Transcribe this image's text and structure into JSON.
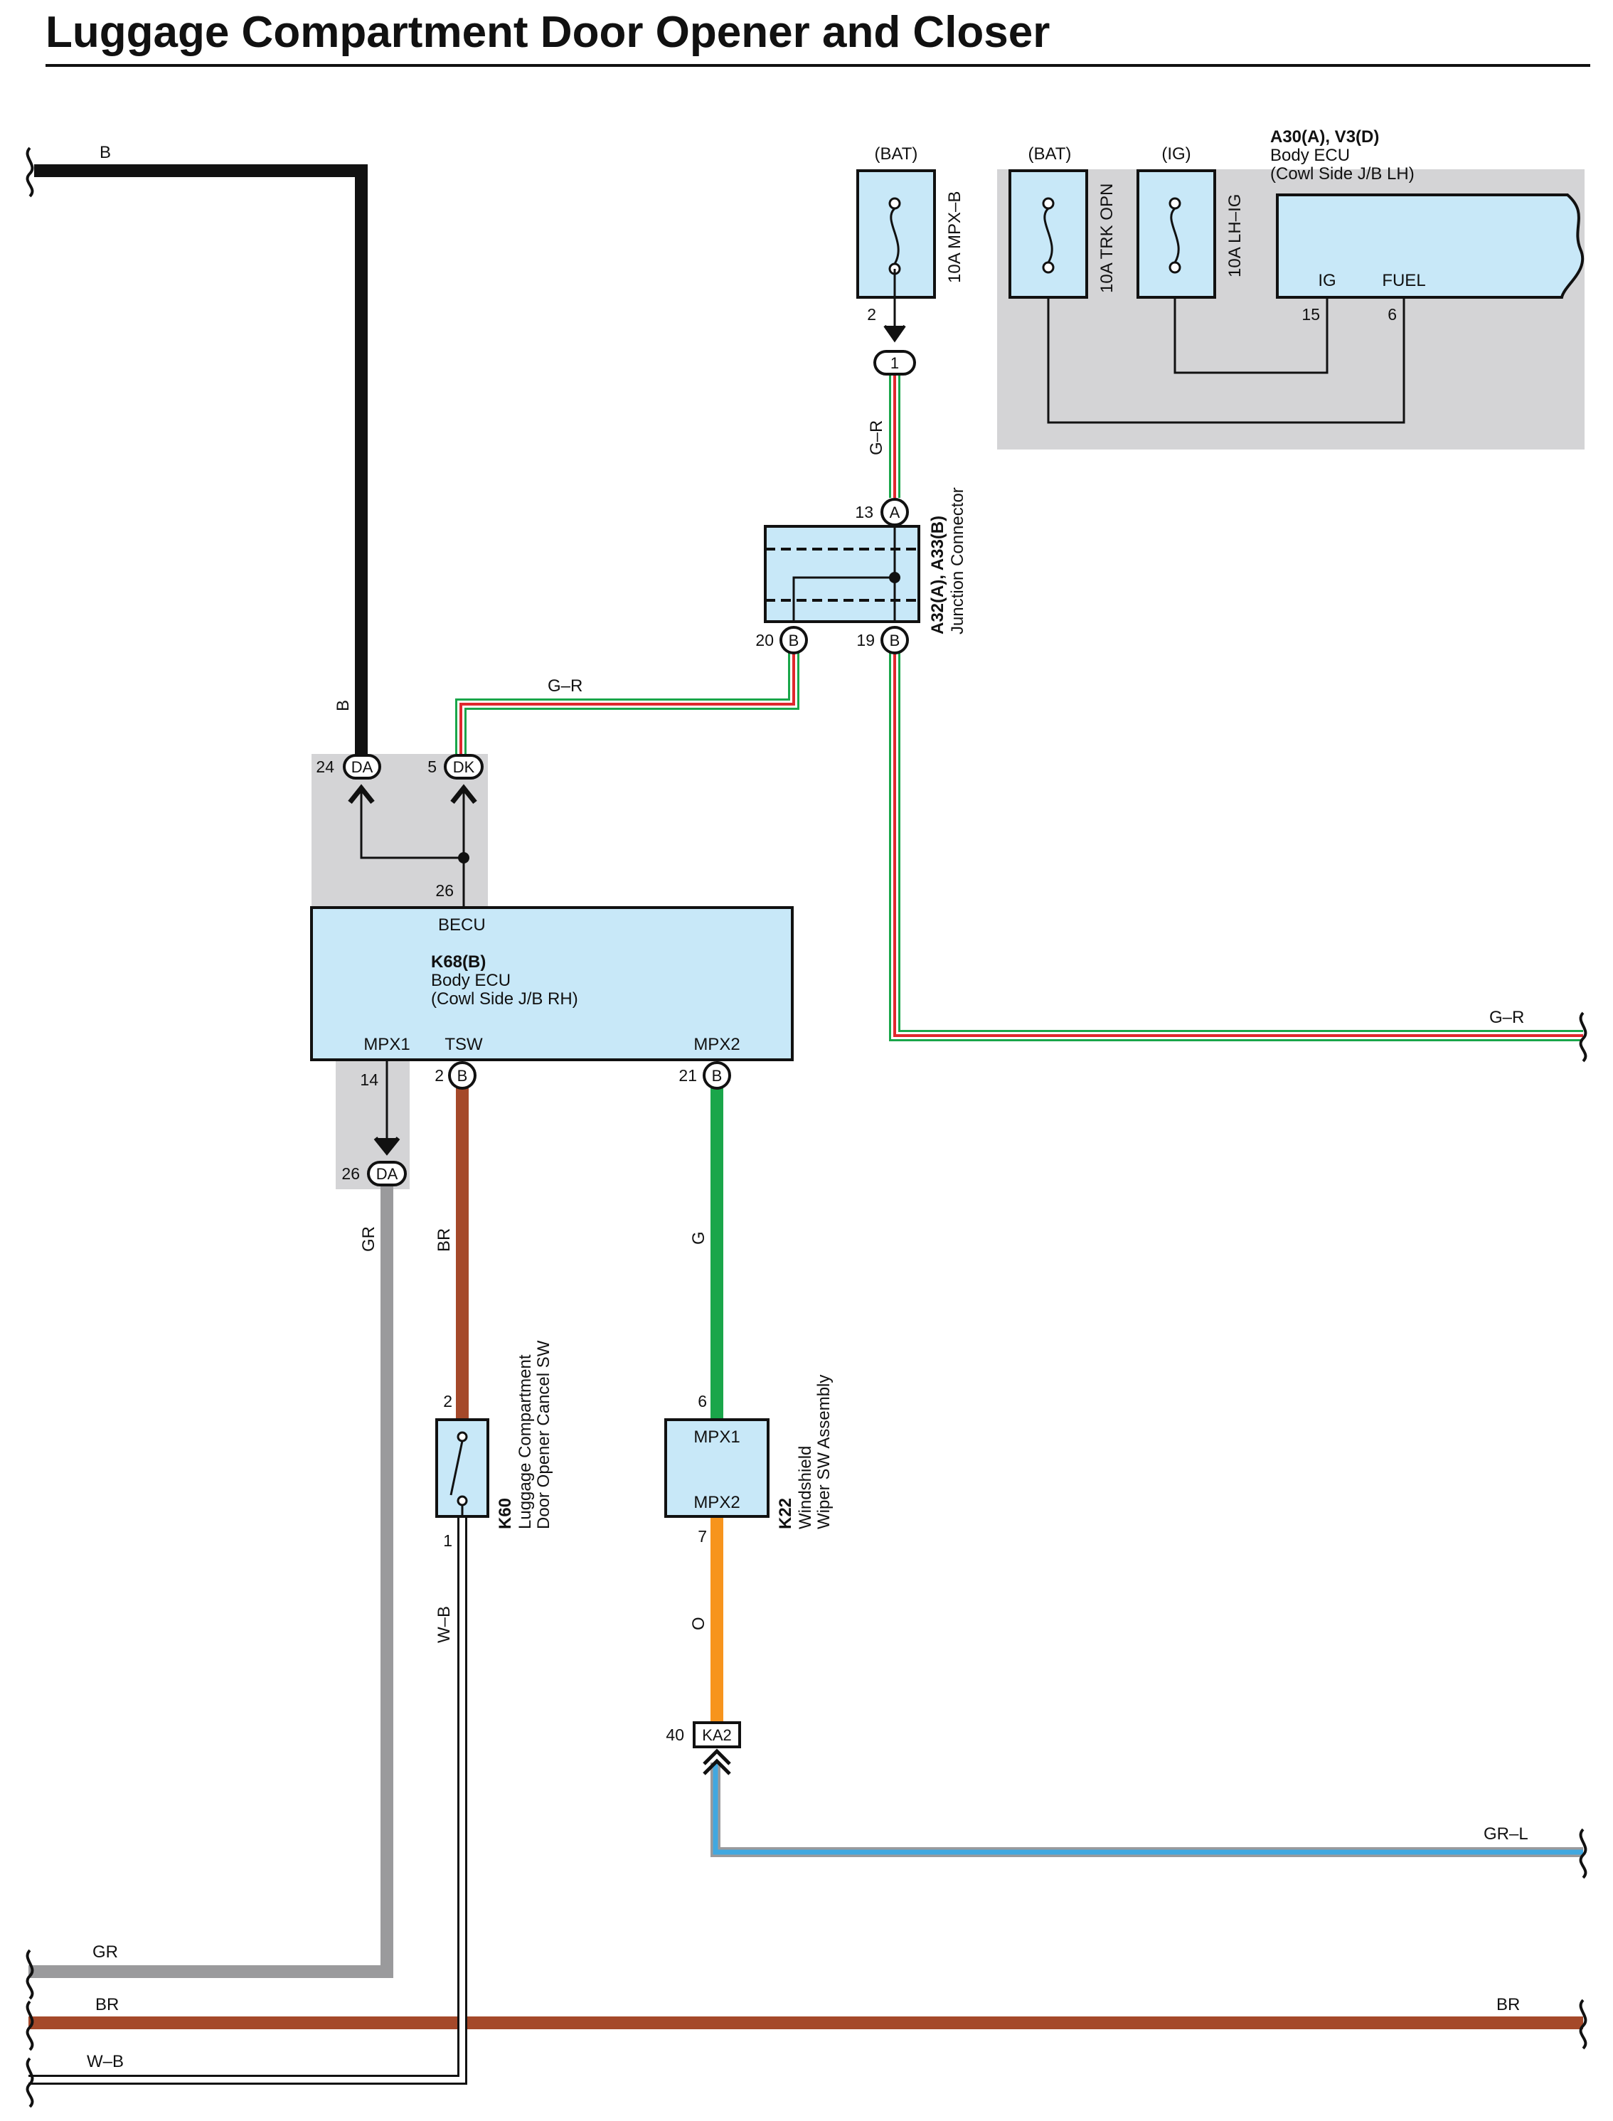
{
  "title": "Luggage Compartment Door Opener and Closer",
  "fuses": [
    {
      "source": "(BAT)",
      "label": "10A MPX–B"
    },
    {
      "source": "(BAT)",
      "label": "10A TRK OPN"
    },
    {
      "source": "(IG)",
      "label": "10A LH–IG"
    }
  ],
  "body_ecu_lh": {
    "code": "A30(A), V3(D)",
    "name": "Body ECU",
    "location": "(Cowl Side J/B LH)",
    "pin_ig": "IG",
    "pin_fuel": "FUEL",
    "pin_ig_num": "15",
    "pin_fuel_num": "6"
  },
  "junction_connector": {
    "code": "A32(A), A33(B)",
    "name": "Junction Connector",
    "pin_top": "13",
    "conn_top": "A",
    "pin_left": "20",
    "conn_left": "B",
    "pin_right": "19",
    "conn_right": "B"
  },
  "fuse_pin": "2",
  "fuse_conn": "1",
  "body_ecu_rh": {
    "code": "K68(B)",
    "name": "Body ECU",
    "location": "(Cowl Side J/B RH)",
    "becu": "BECU",
    "becu_pin": "26",
    "mpx1": "MPX1",
    "tsw": "TSW",
    "mpx2": "MPX2",
    "mpx1_pin": "14",
    "tsw_pin": "2",
    "tsw_conn": "B",
    "mpx2_pin": "21",
    "mpx2_conn": "B"
  },
  "connectors": {
    "da_top_pin": "24",
    "da_top": "DA",
    "dk_pin": "5",
    "dk": "DK",
    "da_bottom_pin": "26",
    "da_bottom": "DA",
    "ka2_pin": "40",
    "ka2": "KA2"
  },
  "switch_k60": {
    "code": "K60",
    "name_line1": "Luggage Compartment",
    "name_line2": "Door Opener Cancel SW",
    "pin_top": "2",
    "pin_bottom": "1"
  },
  "wiper_k22": {
    "code": "K22",
    "name_line1": "Windshield",
    "name_line2": "Wiper SW Assembly",
    "mpx1": "MPX1",
    "mpx2": "MPX2",
    "pin_top": "6",
    "pin_bottom": "7"
  },
  "wire_colors": {
    "b_top": "B",
    "b_vertical": "B",
    "gr_fuse": "G–R",
    "gr_jc": "G–R",
    "gr_right": "G–R",
    "gr_vertical": "GR",
    "br_vertical": "BR",
    "g_vertical": "G",
    "wb_vertical": "W–B",
    "o_vertical": "O",
    "grl_right": "GR–L",
    "gr_bottom": "GR",
    "br_bottom_left": "BR",
    "br_bottom_right": "BR",
    "wb_bottom": "W–B"
  },
  "colors": {
    "black": "#111111",
    "green": "#1aa64a",
    "red": "#e0282e",
    "brown": "#a5492a",
    "gray": "#9a9a9c",
    "orange": "#f7941d",
    "light_blue": "#41a8e0",
    "component_fill": "#c8e8f8",
    "shade": "#d4d4d6"
  }
}
